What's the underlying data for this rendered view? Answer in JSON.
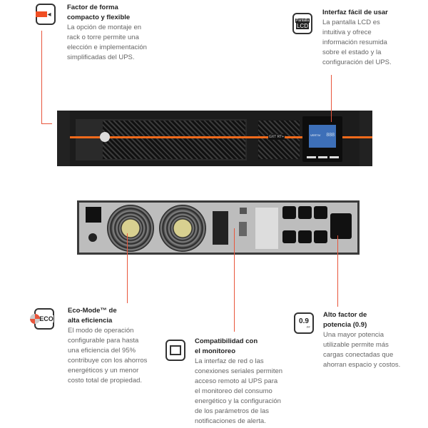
{
  "features": {
    "form_factor": {
      "title_1": "Factor de forma",
      "title_2": "compacto y flexible",
      "desc": [
        "La opción de montaje en",
        "rack o torre permite una",
        "elección e implementación",
        "simplificadas del UPS."
      ]
    },
    "interface": {
      "title_1": "Interfaz fácil de usar",
      "icon_label_1": "Pantalla",
      "icon_label_2": "LCD",
      "desc": [
        "La pantalla LCD es",
        "intuitiva y ofrece",
        "información resumida",
        "sobre el estado y la",
        "configuración del UPS."
      ]
    },
    "eco": {
      "title_1": "Eco-Mode™ de",
      "title_2": "alta eficiencia",
      "icon_label": "ECO",
      "desc": [
        "El modo de operación",
        "configurable para hasta",
        "una eficiencia del 95%",
        "contribuye con los ahorros",
        "energéticos y un menor",
        "costo total de propiedad."
      ]
    },
    "monitoring": {
      "title_1": "Compatibilidad con",
      "title_2": "el monitoreo",
      "desc": [
        "La interfaz de red o las",
        "conexiones seriales permiten",
        "acceso remoto al UPS para",
        "el monitoreo del consumo",
        "energético y la configuración",
        "de los parámetros de las",
        "notificaciones de alerta."
      ]
    },
    "power_factor": {
      "title_1": "Alto factor de",
      "title_2": "potencia (0.9)",
      "icon_value": "0.9",
      "icon_unit": "PF",
      "desc": [
        "Una mayor potencia",
        "utilizable permite más",
        "cargas conectadas que",
        "ahorran espacio y costos."
      ]
    }
  },
  "device": {
    "model_label": "GXT RT+",
    "brand": "VERTIV",
    "lcd_digits": "888"
  },
  "colors": {
    "accent": "#e8553b",
    "orange_stripe": "#f26a1b"
  }
}
